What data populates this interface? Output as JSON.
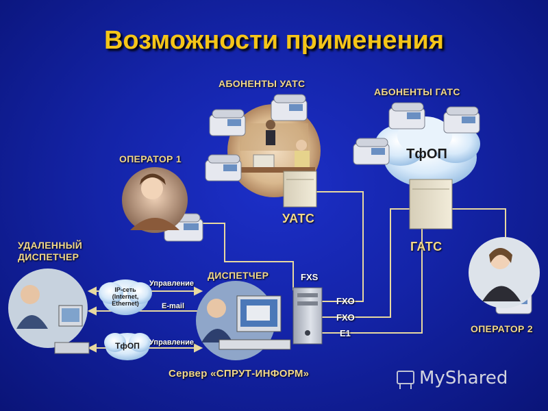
{
  "title": "Возможности применения",
  "labels": {
    "pbx_subscribers": "АБОНЕНТЫ УАТС",
    "city_subscribers": "АБОНЕНТЫ ГАТС",
    "operator1": "ОПЕРАТОР 1",
    "operator2": "ОПЕРАТОР 2",
    "remote_dispatcher_line1": "УДАЛЕННЫЙ",
    "remote_dispatcher_line2": "ДИСПЕТЧЕР",
    "dispatcher": "ДИСПЕТЧЕР",
    "uats": "УАТС",
    "gats": "ГАТС",
    "server": "Сервер «СПРУТ-ИНФОРМ»"
  },
  "ports": {
    "fxs": "FXS",
    "fxo1": "FXO",
    "fxo2": "FXO",
    "e1": "E1"
  },
  "links": {
    "control1": "Управление",
    "email": "E-mail",
    "control2": "Управление"
  },
  "clouds": {
    "ip_line1": "IP-сеть",
    "ip_line2": "(Internet,",
    "ip_line3": "Ethernet)",
    "pstn_small": "ТфОП",
    "pstn_big": "ТфОП"
  },
  "watermark": "MyShared",
  "colors": {
    "background": "#1424a8",
    "title": "#f5c518",
    "label": "#f2d88a",
    "line": "#e8d9a0"
  }
}
